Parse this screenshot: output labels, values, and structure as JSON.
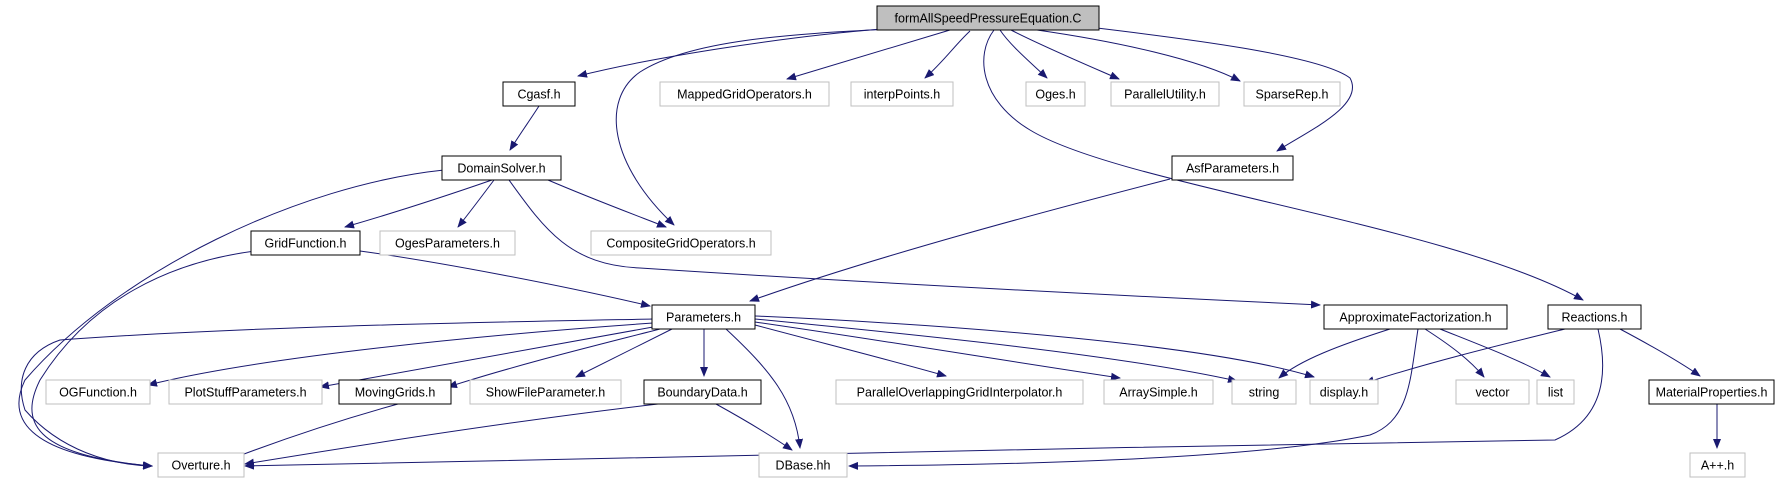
{
  "graph": {
    "nodes": [
      {
        "id": "root",
        "label": "formAllSpeedPressureEquation.C",
        "style": "root"
      },
      {
        "id": "cgasf",
        "label": "Cgasf.h",
        "style": "doc"
      },
      {
        "id": "mgo",
        "label": "MappedGridOperators.h",
        "style": "ext"
      },
      {
        "id": "interp",
        "label": "interpPoints.h",
        "style": "ext"
      },
      {
        "id": "oges",
        "label": "Oges.h",
        "style": "ext"
      },
      {
        "id": "pu",
        "label": "ParallelUtility.h",
        "style": "ext"
      },
      {
        "id": "sparse",
        "label": "SparseRep.h",
        "style": "ext"
      },
      {
        "id": "ds",
        "label": "DomainSolver.h",
        "style": "doc"
      },
      {
        "id": "asfp",
        "label": "AsfParameters.h",
        "style": "doc"
      },
      {
        "id": "gf",
        "label": "GridFunction.h",
        "style": "doc"
      },
      {
        "id": "ogesp",
        "label": "OgesParameters.h",
        "style": "ext"
      },
      {
        "id": "cgo",
        "label": "CompositeGridOperators.h",
        "style": "ext"
      },
      {
        "id": "params",
        "label": "Parameters.h",
        "style": "doc"
      },
      {
        "id": "af",
        "label": "ApproximateFactorization.h",
        "style": "doc"
      },
      {
        "id": "react",
        "label": "Reactions.h",
        "style": "doc"
      },
      {
        "id": "ogf",
        "label": "OGFunction.h",
        "style": "ext"
      },
      {
        "id": "psp",
        "label": "PlotStuffParameters.h",
        "style": "ext"
      },
      {
        "id": "mg",
        "label": "MovingGrids.h",
        "style": "doc"
      },
      {
        "id": "sfp",
        "label": "ShowFileParameter.h",
        "style": "ext"
      },
      {
        "id": "bd",
        "label": "BoundaryData.h",
        "style": "doc"
      },
      {
        "id": "pogi",
        "label": "ParallelOverlappingGridInterpolator.h",
        "style": "ext"
      },
      {
        "id": "as",
        "label": "ArraySimple.h",
        "style": "ext"
      },
      {
        "id": "str",
        "label": "string",
        "style": "ext"
      },
      {
        "id": "disp",
        "label": "display.h",
        "style": "ext"
      },
      {
        "id": "vec",
        "label": "vector",
        "style": "ext"
      },
      {
        "id": "list",
        "label": "list",
        "style": "ext"
      },
      {
        "id": "matp",
        "label": "MaterialProperties.h",
        "style": "doc"
      },
      {
        "id": "ov",
        "label": "Overture.h",
        "style": "ext"
      },
      {
        "id": "dbase",
        "label": "DBase.hh",
        "style": "ext"
      },
      {
        "id": "app",
        "label": "A++.h",
        "style": "ext"
      }
    ],
    "edges": [
      [
        "root",
        "cgasf"
      ],
      [
        "root",
        "cgo"
      ],
      [
        "root",
        "mgo"
      ],
      [
        "root",
        "interp"
      ],
      [
        "root",
        "oges"
      ],
      [
        "root",
        "pu"
      ],
      [
        "root",
        "sparse"
      ],
      [
        "root",
        "asfp"
      ],
      [
        "root",
        "react"
      ],
      [
        "cgasf",
        "ds"
      ],
      [
        "ds",
        "ov"
      ],
      [
        "ds",
        "gf"
      ],
      [
        "ds",
        "ogesp"
      ],
      [
        "ds",
        "cgo"
      ],
      [
        "ds",
        "af"
      ],
      [
        "asfp",
        "params"
      ],
      [
        "gf",
        "ov"
      ],
      [
        "gf",
        "params"
      ],
      [
        "params",
        "ov"
      ],
      [
        "params",
        "ogf"
      ],
      [
        "params",
        "psp"
      ],
      [
        "params",
        "mg"
      ],
      [
        "params",
        "sfp"
      ],
      [
        "params",
        "bd"
      ],
      [
        "params",
        "dbase"
      ],
      [
        "params",
        "pogi"
      ],
      [
        "params",
        "as"
      ],
      [
        "params",
        "str"
      ],
      [
        "params",
        "disp"
      ],
      [
        "mg",
        "ov"
      ],
      [
        "bd",
        "ov"
      ],
      [
        "bd",
        "dbase"
      ],
      [
        "af",
        "str"
      ],
      [
        "af",
        "dbase"
      ],
      [
        "af",
        "vec"
      ],
      [
        "af",
        "list"
      ],
      [
        "react",
        "disp"
      ],
      [
        "react",
        "ov"
      ],
      [
        "react",
        "matp"
      ],
      [
        "matp",
        "app"
      ]
    ],
    "colors": {
      "edge": "#191970",
      "doc_border": "#000000",
      "ext_border": "#bfbfbf",
      "root_fill": "#bfbfbf",
      "text": "#000000"
    }
  }
}
